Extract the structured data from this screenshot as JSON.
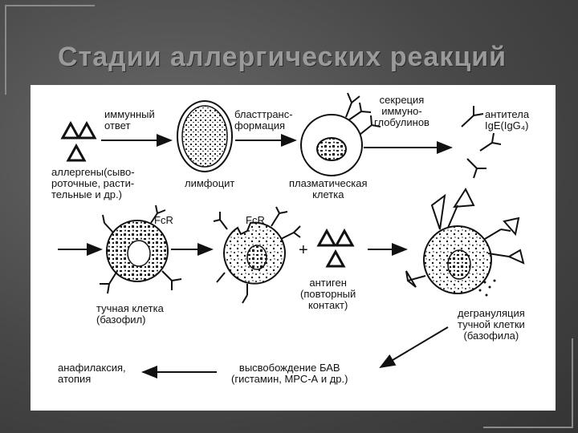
{
  "slide": {
    "title": "Стадии аллергических реакций"
  },
  "diagram": {
    "immune_response": "иммунный\nответ",
    "blast_transformation": "бласттранс-\nформация",
    "ig_secretion": "секреция\nиммуно-\nглобулинов",
    "antibodies": "антитела\nIgE(IgG₄)",
    "allergens": "аллергены(сыво-\nроточные, расти-\nтельные и др.)",
    "lymphocyte": "лимфоцит",
    "plasma_cell": "плазматическая\nклетка",
    "fcr_1": "FcR",
    "fcr_2": "FcR",
    "plus": "+",
    "antigen": "антиген\n(повторный\nконтакт)",
    "mast_cell": "тучная клетка\n(базофил)",
    "degranulation": "дегрануляция\nтучной клетки\n(базофила)",
    "bav_release": "высвобождение БАВ\n(гистамин, МРС-А и др.)",
    "anaphylaxis": "анафилаксия,\nатопия"
  }
}
